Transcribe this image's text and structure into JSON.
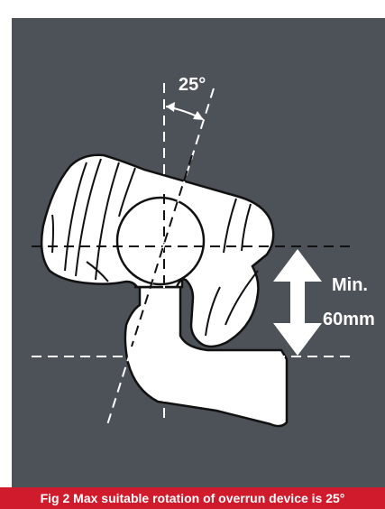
{
  "diagram": {
    "angle_label": "25°",
    "distance_label_line1": "Min.",
    "distance_label_line2": "60mm"
  },
  "caption": {
    "text": "Fig 2 Max suitable rotation of overrun device is 25°"
  },
  "colors": {
    "panel_background": "#4d5158",
    "caption_background": "#cf1b2b",
    "line_color": "#ffffff",
    "shape_outline": "#111111"
  }
}
